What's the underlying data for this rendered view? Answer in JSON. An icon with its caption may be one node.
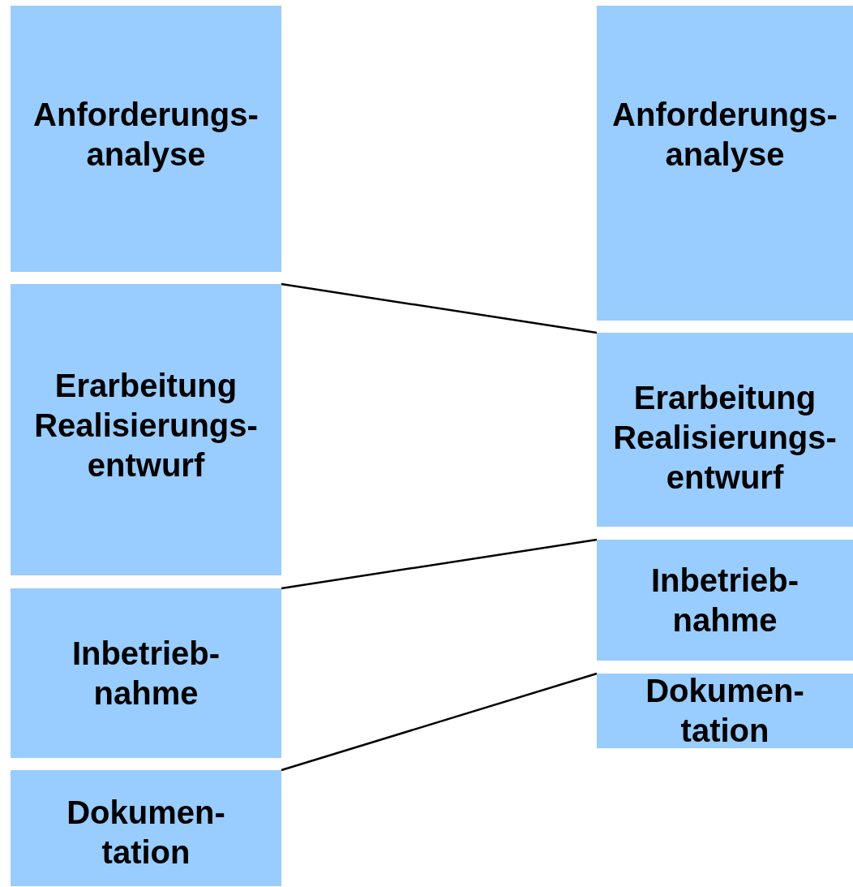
{
  "diagram": {
    "nodes": [
      {
        "text": [
          "Anforderungs- analyse"
        ]
      },
      {
        "text": [
          "Erarbeitung Realisierungs- entwurf"
        ]
      },
      {
        "text": [
          "Inbetrieb- nahme"
        ]
      },
      {
        "text": [
          "Dokumen- tation"
        ]
      },
      {
        "text": [
          "Anforderungs- analyse"
        ]
      },
      {
        "text": [
          "Erarbeitung Realisierungs- entwurf"
        ]
      },
      {
        "text": [
          "Inbetrieb- nahme"
        ]
      },
      {
        "text": [
          "Dokumen- tation"
        ]
      }
    ],
    "edges": [
      {
        "from": 1,
        "to": 5,
        "arrow": "none"
      },
      {
        "from": 2,
        "to": 6,
        "arrow": "none"
      },
      {
        "from": 3,
        "to": 7,
        "arrow": "none"
      }
    ]
  }
}
